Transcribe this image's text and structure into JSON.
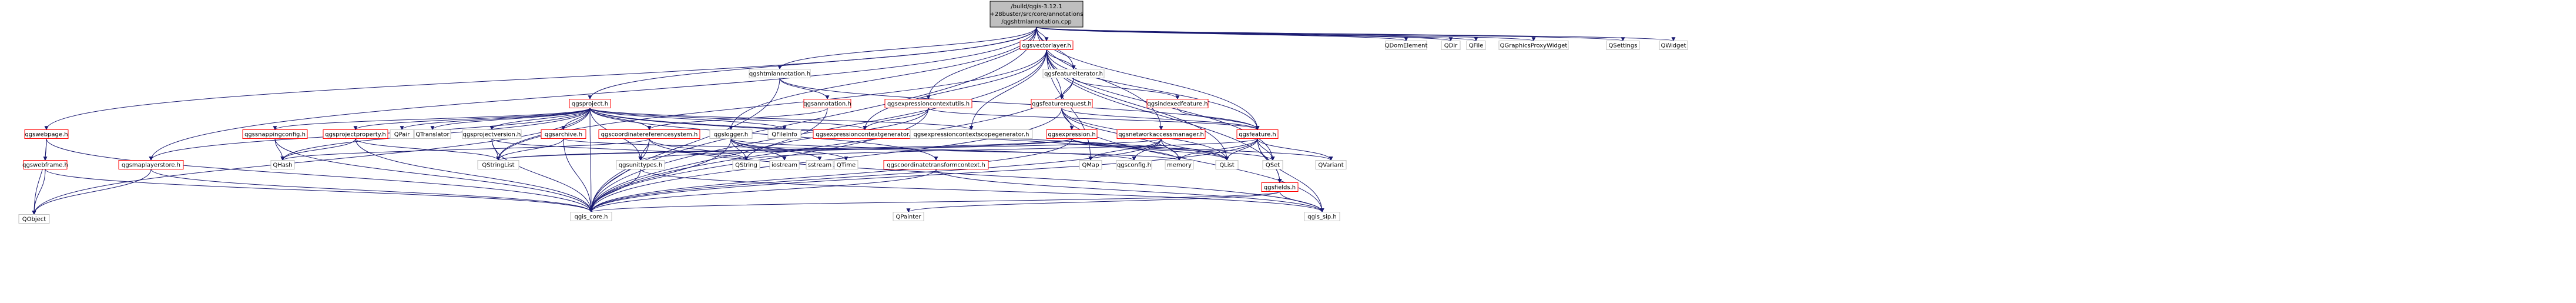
{
  "colors": {
    "red_node_text": "#ff0000",
    "black_node_text": "#000000",
    "edge": "#191970",
    "root_fill": "#bfbfbf",
    "node_border": "#404040"
  },
  "root": {
    "line1": "/build/qgis-3.12.1",
    "line2": "+28buster/src/core/annotations",
    "line3": "/qgshtmlannotation.cpp"
  },
  "nodes": [
    {
      "id": "qgsvectorlayer",
      "label": "qgsvectorlayer.h",
      "color": "red"
    },
    {
      "id": "QDomElement",
      "label": "QDomElement",
      "color": "black"
    },
    {
      "id": "QDir",
      "label": "QDir",
      "color": "black"
    },
    {
      "id": "QFile",
      "label": "QFile",
      "color": "black"
    },
    {
      "id": "QGraphicsProxyWidget",
      "label": "QGraphicsProxyWidget",
      "color": "black"
    },
    {
      "id": "QSettings",
      "label": "QSettings",
      "color": "black"
    },
    {
      "id": "QWidget",
      "label": "QWidget",
      "color": "black"
    },
    {
      "id": "qgshtmlannotation",
      "label": "qgshtmlannotation.h",
      "color": "black"
    },
    {
      "id": "qgsfeatureiterator",
      "label": "qgsfeatureiterator.h",
      "color": "black"
    },
    {
      "id": "qgsproject",
      "label": "qgsproject.h",
      "color": "red"
    },
    {
      "id": "qgsannotation",
      "label": "qgsannotation.h",
      "color": "red"
    },
    {
      "id": "qgsexpressioncontextutils",
      "label": "qgsexpressioncontextutils.h",
      "color": "red"
    },
    {
      "id": "qgsfeaturerequest",
      "label": "qgsfeaturerequest.h",
      "color": "red"
    },
    {
      "id": "qgsindexedfeature",
      "label": "qgsindexedfeature.h",
      "color": "red"
    },
    {
      "id": "qgswebpage",
      "label": "qgswebpage.h",
      "color": "red"
    },
    {
      "id": "qgssnappingconfig",
      "label": "qgssnappingconfig.h",
      "color": "red"
    },
    {
      "id": "qgsprojectproperty",
      "label": "qgsprojectproperty.h",
      "color": "red"
    },
    {
      "id": "QPair",
      "label": "QPair",
      "color": "black"
    },
    {
      "id": "QTranslator",
      "label": "QTranslator",
      "color": "black"
    },
    {
      "id": "qgsprojectversion",
      "label": "qgsprojectversion.h",
      "color": "black"
    },
    {
      "id": "qgsarchive",
      "label": "qgsarchive.h",
      "color": "red"
    },
    {
      "id": "qgscoordinatereferencesystem",
      "label": "qgscoordinatereferencesystem.h",
      "color": "red"
    },
    {
      "id": "qgslogger",
      "label": "qgslogger.h",
      "color": "black"
    },
    {
      "id": "QFileInfo",
      "label": "QFileInfo",
      "color": "black"
    },
    {
      "id": "qgsexpressioncontextgenerator",
      "label": "qgsexpressioncontextgenerator.h",
      "color": "red"
    },
    {
      "id": "qgsexpressioncontextscopegenerator",
      "label": "qgsexpressioncontextscopegenerator.h",
      "color": "black"
    },
    {
      "id": "qgsexpression",
      "label": "qgsexpression.h",
      "color": "red"
    },
    {
      "id": "qgsnetworkaccessmanager",
      "label": "qgsnetworkaccessmanager.h",
      "color": "red"
    },
    {
      "id": "qgsfeature",
      "label": "qgsfeature.h",
      "color": "red"
    },
    {
      "id": "qgswebframe",
      "label": "qgswebframe.h",
      "color": "red"
    },
    {
      "id": "qgsmaplayerstore",
      "label": "qgsmaplayerstore.h",
      "color": "red"
    },
    {
      "id": "QHash",
      "label": "QHash",
      "color": "black"
    },
    {
      "id": "QStringList",
      "label": "QStringList",
      "color": "black"
    },
    {
      "id": "qgsunittypes",
      "label": "qgsunittypes.h",
      "color": "black"
    },
    {
      "id": "QString",
      "label": "QString",
      "color": "black"
    },
    {
      "id": "iostream",
      "label": "iostream",
      "color": "black"
    },
    {
      "id": "sstream",
      "label": "sstream",
      "color": "black"
    },
    {
      "id": "QTime",
      "label": "QTime",
      "color": "black"
    },
    {
      "id": "qgscoordinatetransformcontext",
      "label": "qgscoordinatetransformcontext.h",
      "color": "red"
    },
    {
      "id": "QMap",
      "label": "QMap",
      "color": "black"
    },
    {
      "id": "qgsconfig",
      "label": "qgsconfig.h",
      "color": "black"
    },
    {
      "id": "memory",
      "label": "memory",
      "color": "black"
    },
    {
      "id": "QList",
      "label": "QList",
      "color": "black"
    },
    {
      "id": "QSet",
      "label": "QSet",
      "color": "black"
    },
    {
      "id": "qgsfields",
      "label": "qgsfields.h",
      "color": "red"
    },
    {
      "id": "QVariant",
      "label": "QVariant",
      "color": "black"
    },
    {
      "id": "QObject",
      "label": "QObject",
      "color": "black"
    },
    {
      "id": "qgis_core",
      "label": "qgis_core.h",
      "color": "black"
    },
    {
      "id": "QPainter",
      "label": "QPainter",
      "color": "black"
    },
    {
      "id": "qgis_sip",
      "label": "qgis_sip.h",
      "color": "black"
    }
  ],
  "edges": [
    [
      "root",
      "qgsvectorlayer"
    ],
    [
      "root",
      "QDomElement"
    ],
    [
      "root",
      "QDir"
    ],
    [
      "root",
      "QFile"
    ],
    [
      "root",
      "QGraphicsProxyWidget"
    ],
    [
      "root",
      "QSettings"
    ],
    [
      "root",
      "QWidget"
    ],
    [
      "root",
      "qgshtmlannotation"
    ],
    [
      "root",
      "qgsfeatureiterator"
    ],
    [
      "root",
      "qgsproject"
    ],
    [
      "root",
      "qgsexpressioncontextutils"
    ],
    [
      "root",
      "qgslogger"
    ],
    [
      "root",
      "qgsnetworkaccessmanager"
    ],
    [
      "root",
      "qgsfeature"
    ],
    [
      "root",
      "qgswebpage"
    ],
    [
      "root",
      "qgsmaplayerstore"
    ],
    [
      "root",
      "qgis_core"
    ],
    [
      "qgsvectorlayer",
      "qgis_core"
    ],
    [
      "qgsvectorlayer",
      "qgsfeatureiterator"
    ],
    [
      "qgsvectorlayer",
      "qgsfeaturerequest"
    ],
    [
      "qgsvectorlayer",
      "qgsfeature"
    ],
    [
      "qgsvectorlayer",
      "QMap"
    ],
    [
      "qgsvectorlayer",
      "QSet"
    ],
    [
      "qgsvectorlayer",
      "QList"
    ],
    [
      "qgsvectorlayer",
      "QStringList"
    ],
    [
      "qgsvectorlayer",
      "qgsexpressioncontextgenerator"
    ],
    [
      "qgsvectorlayer",
      "qgsexpressioncontextscopegenerator"
    ],
    [
      "qgsvectorlayer",
      "qgsfields"
    ],
    [
      "qgshtmlannotation",
      "qgsannotation"
    ],
    [
      "qgshtmlannotation",
      "qgis_core"
    ],
    [
      "qgshtmlannotation",
      "qgsfeature"
    ],
    [
      "qgsfeatureiterator",
      "qgsfeaturerequest"
    ],
    [
      "qgsfeatureiterator",
      "qgsindexedfeature"
    ],
    [
      "qgsfeatureiterator",
      "qgis_core"
    ],
    [
      "qgsannotation",
      "qgis_core"
    ],
    [
      "qgsannotation",
      "qgscoordinatereferencesystem"
    ],
    [
      "qgsexpressioncontextutils",
      "qgis_core"
    ],
    [
      "qgsexpressioncontextutils",
      "qgsexpressioncontextgenerator"
    ],
    [
      "qgsexpressioncontextutils",
      "QString"
    ],
    [
      "qgsexpressioncontextutils",
      "qgsfeature"
    ],
    [
      "qgsfeaturerequest",
      "qgis_core"
    ],
    [
      "qgsfeaturerequest",
      "qgsfeature"
    ],
    [
      "qgsfeaturerequest",
      "qgsexpression"
    ],
    [
      "qgsfeaturerequest",
      "QList"
    ],
    [
      "qgsfeaturerequest",
      "memory"
    ],
    [
      "qgsfeaturerequest",
      "qgis_sip"
    ],
    [
      "qgsindexedfeature",
      "qgsfeature"
    ],
    [
      "qgsproject",
      "qgssnappingconfig"
    ],
    [
      "qgsproject",
      "qgsprojectproperty"
    ],
    [
      "qgsproject",
      "QPair"
    ],
    [
      "qgsproject",
      "QTranslator"
    ],
    [
      "qgsproject",
      "qgsprojectversion"
    ],
    [
      "qgsproject",
      "qgsarchive"
    ],
    [
      "qgsproject",
      "qgscoordinatereferencesystem"
    ],
    [
      "qgsproject",
      "QFileInfo"
    ],
    [
      "qgsproject",
      "qgsexpressioncontextgenerator"
    ],
    [
      "qgsproject",
      "qgsexpressioncontextscopegenerator"
    ],
    [
      "qgsproject",
      "qgsmaplayerstore"
    ],
    [
      "qgsproject",
      "qgis_core"
    ],
    [
      "qgsproject",
      "QObject"
    ],
    [
      "qgsproject",
      "QHash"
    ],
    [
      "qgsproject",
      "QStringList"
    ],
    [
      "qgsproject",
      "qgsunittypes"
    ],
    [
      "qgsproject",
      "qgscoordinatetransformcontext"
    ],
    [
      "qgsproject",
      "QList"
    ],
    [
      "qgsproject",
      "memory"
    ],
    [
      "qgswebpage",
      "qgswebframe"
    ],
    [
      "qgswebpage",
      "QObject"
    ],
    [
      "qgswebpage",
      "qgis_core"
    ],
    [
      "qgssnappingconfig",
      "QHash"
    ],
    [
      "qgssnappingconfig",
      "qgis_core"
    ],
    [
      "qgsprojectproperty",
      "QHash"
    ],
    [
      "qgsprojectproperty",
      "QStringList"
    ],
    [
      "qgsprojectproperty",
      "qgis_core"
    ],
    [
      "qgsprojectversion",
      "QString"
    ],
    [
      "qgsprojectversion",
      "QStringList"
    ],
    [
      "qgsprojectversion",
      "qgis_core"
    ],
    [
      "qgsarchive",
      "QStringList"
    ],
    [
      "qgsarchive",
      "memory"
    ],
    [
      "qgsarchive",
      "qgis_core"
    ],
    [
      "qgscoordinatereferencesystem",
      "qgsunittypes"
    ],
    [
      "qgscoordinatereferencesystem",
      "QString"
    ],
    [
      "qgscoordinatereferencesystem",
      "QHash"
    ],
    [
      "qgscoordinatereferencesystem",
      "qgis_core"
    ],
    [
      "qgscoordinatereferencesystem",
      "qgis_sip"
    ],
    [
      "qgslogger",
      "iostream"
    ],
    [
      "qgslogger",
      "sstream"
    ],
    [
      "qgslogger",
      "QString"
    ],
    [
      "qgslogger",
      "QTime"
    ],
    [
      "qgslogger",
      "qgsconfig"
    ],
    [
      "qgslogger",
      "qgis_core"
    ],
    [
      "qgsexpression",
      "QStringList"
    ],
    [
      "qgsexpression",
      "QVariant"
    ],
    [
      "qgsexpression",
      "QList"
    ],
    [
      "qgsexpression",
      "QSet"
    ],
    [
      "qgsexpression",
      "qgis_core"
    ],
    [
      "qgsexpression",
      "qgsunittypes"
    ],
    [
      "qgsnetworkaccessmanager",
      "QMap"
    ],
    [
      "qgsnetworkaccessmanager",
      "QStringList"
    ],
    [
      "qgsnetworkaccessmanager",
      "memory"
    ],
    [
      "qgsnetworkaccessmanager",
      "qgis_core"
    ],
    [
      "qgsnetworkaccessmanager",
      "qgsconfig"
    ],
    [
      "qgsnetworkaccessmanager",
      "QList"
    ],
    [
      "qgsfeature",
      "qgis_core"
    ],
    [
      "qgsfeature",
      "QString"
    ],
    [
      "qgsfeature",
      "QVariant"
    ],
    [
      "qgsfeature",
      "QList"
    ],
    [
      "qgsfeature",
      "QSet"
    ],
    [
      "qgsfeature",
      "memory"
    ],
    [
      "qgsfeature",
      "qgsfields"
    ],
    [
      "qgsfeature",
      "qgis_sip"
    ],
    [
      "qgswebframe",
      "QObject"
    ],
    [
      "qgswebframe",
      "qgis_core"
    ],
    [
      "qgsmaplayerstore",
      "qgis_core"
    ],
    [
      "qgsmaplayerstore",
      "QObject"
    ],
    [
      "qgsunittypes",
      "qgis_core"
    ],
    [
      "qgsunittypes",
      "qgis_sip"
    ],
    [
      "qgscoordinatetransformcontext",
      "qgis_core"
    ],
    [
      "qgscoordinatetransformcontext",
      "qgis_sip"
    ],
    [
      "qgsfields",
      "qgis_core"
    ],
    [
      "qgsfields",
      "qgis_sip"
    ],
    [
      "qgsfields",
      "QPainter"
    ]
  ]
}
